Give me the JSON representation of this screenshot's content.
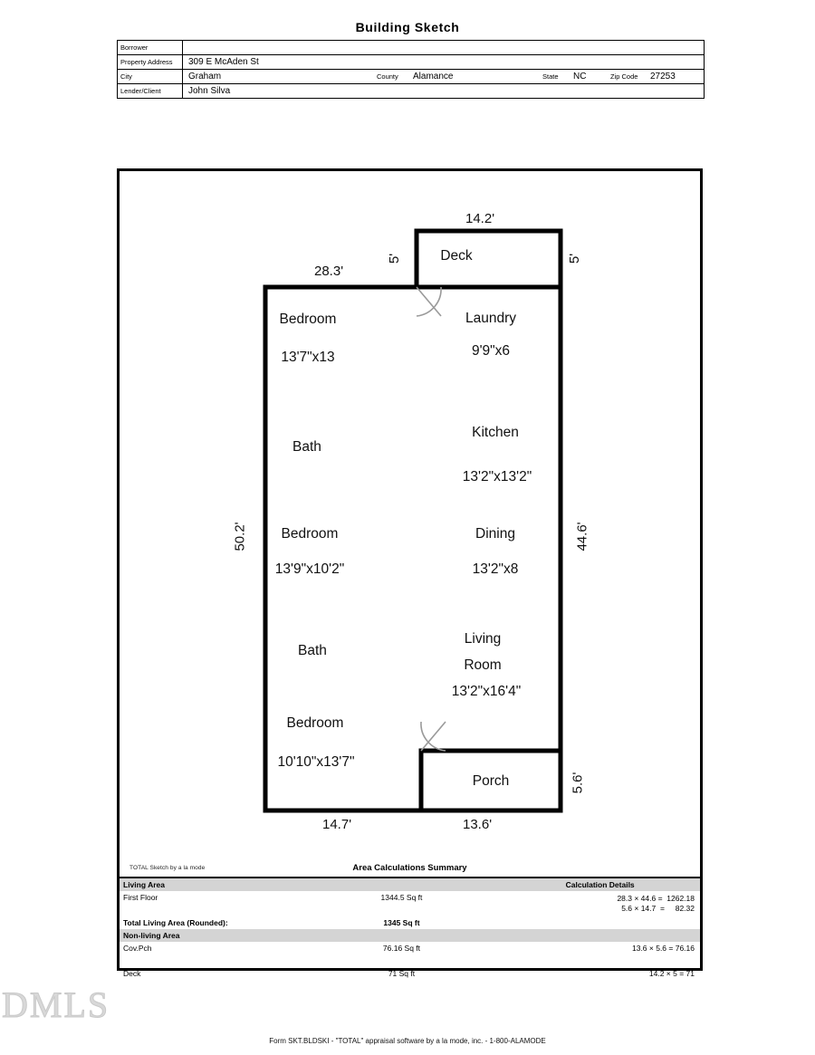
{
  "title": "Building Sketch",
  "header": {
    "rows": [
      {
        "label": "Borrower",
        "value": ""
      },
      {
        "label": "Property Address",
        "value": "309 E McAden St"
      }
    ],
    "city_label": "City",
    "city_value": "Graham",
    "county_label": "County",
    "county_value": "Alamance",
    "state_label": "State",
    "state_value": "NC",
    "zip_label": "Zip Code",
    "zip_value": "27253",
    "lender_label": "Lender/Client",
    "lender_value": "John Silva"
  },
  "plan": {
    "rooms": [
      {
        "name": "Deck",
        "size": ""
      },
      {
        "name": "Bedroom",
        "size": "13'7\"x13"
      },
      {
        "name": "Laundry",
        "size": "9'9\"x6"
      },
      {
        "name": "Bath",
        "size": ""
      },
      {
        "name": "Kitchen",
        "size": "13'2\"x13'2\""
      },
      {
        "name": "Bedroom",
        "size": "13'9\"x10'2\""
      },
      {
        "name": "Dining",
        "size": "13'2\"x8"
      },
      {
        "name": "Bath",
        "size": ""
      },
      {
        "name": "Living",
        "size": ""
      },
      {
        "name": "Room",
        "size": "13'2\"x16'4\""
      },
      {
        "name": "Bedroom",
        "size": "10'10\"x13'7\""
      },
      {
        "name": "Porch",
        "size": ""
      }
    ],
    "dimensions": {
      "deck_top": "14.2'",
      "deck_left": "5'",
      "deck_right": "5'",
      "top_left": "28.3'",
      "left_side": "50.2'",
      "right_side": "44.6'",
      "porch_right": "5.6'",
      "bottom_left": "14.7'",
      "bottom_right": "13.6'"
    }
  },
  "area_summary": {
    "credit": "TOTAL Sketch by a la mode",
    "title": "Area Calculations Summary",
    "living_area_header": "Living Area",
    "calculation_details_header": "Calculation Details",
    "first_floor_name": "First Floor",
    "first_floor_amount": "1344.5 Sq ft",
    "first_floor_detail_1": "28.3 × 44.6 =  1262.18",
    "first_floor_detail_2": "5.6 × 14.7  =     82.32",
    "total_label": "Total Living Area (Rounded):",
    "total_amount": "1345 Sq ft",
    "nonliving_header": "Non-living Area",
    "covpch_name": "Cov.Pch",
    "covpch_amount": "76.16 Sq ft",
    "covpch_detail": "13.6 × 5.6  =     76.16",
    "deck_name": "Deck",
    "deck_amount": "71 Sq ft",
    "deck_detail": "14.2 × 5     =          71"
  },
  "watermark": "DMLS",
  "footer": "Form SKT.BLDSKI - \"TOTAL\" appraisal software by a la mode, inc. - 1-800-ALAMODE"
}
